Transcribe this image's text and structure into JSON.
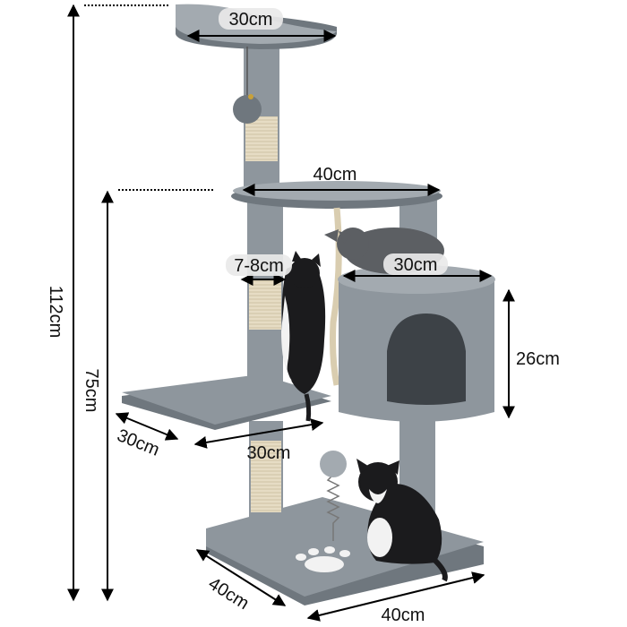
{
  "labels": {
    "top_perch_width": "30cm",
    "middle_platform_width": "40cm",
    "post_diameter": "7-8cm",
    "condo_width": "30cm",
    "condo_height": "26cm",
    "step_depth": "30cm",
    "step_width": "30cm",
    "base_depth": "40cm",
    "base_width": "40cm",
    "total_height": "112cm",
    "middle_height": "75cm"
  },
  "colors": {
    "plush": "#8e969d",
    "plush_light": "#a3aab0",
    "plush_dark": "#6f777e",
    "sisal": "#e6dcc4",
    "rope": "#d9cdb0",
    "cat_black": "#1b1b1d",
    "cat_grey": "#5c5f63",
    "paw_print": "#f2f2f2",
    "dimension_line": "#000000"
  }
}
